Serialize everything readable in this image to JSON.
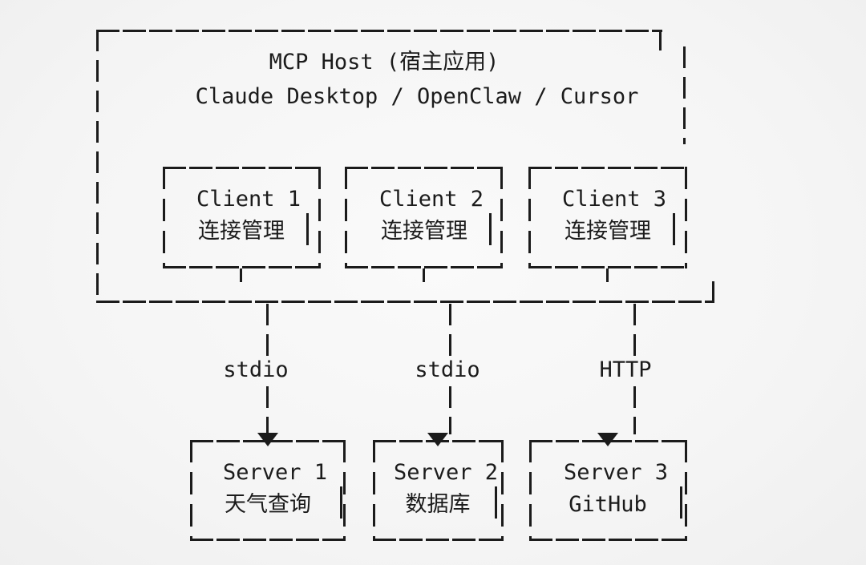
{
  "diagram": {
    "host": {
      "title": "MCP Host (宿主应用)",
      "subtitle": "Claude Desktop / OpenClaw / Cursor",
      "clients": [
        {
          "name": "Client 1",
          "role": "连接管理"
        },
        {
          "name": "Client 2",
          "role": "连接管理"
        },
        {
          "name": "Client 3",
          "role": "连接管理"
        }
      ]
    },
    "connections": [
      {
        "protocol": "stdio"
      },
      {
        "protocol": "stdio"
      },
      {
        "protocol": "HTTP"
      }
    ],
    "servers": [
      {
        "name": "Server 1",
        "service": "天气查询"
      },
      {
        "name": "Server 2",
        "service": "数据库"
      },
      {
        "name": "Server 3",
        "service": "GitHub"
      }
    ],
    "colors": {
      "ink": "#1b1b1b",
      "background": "#f6f6f6"
    }
  }
}
